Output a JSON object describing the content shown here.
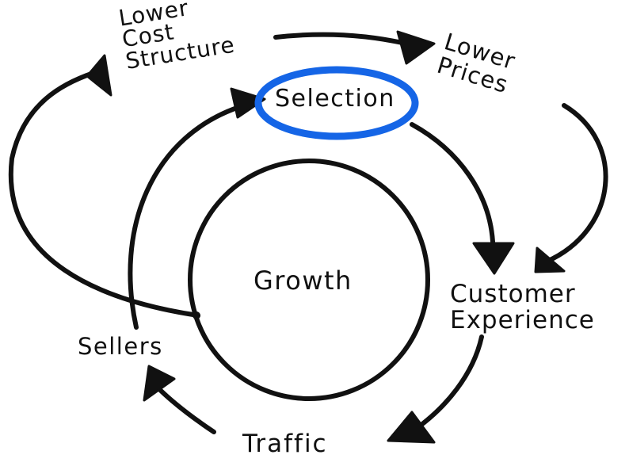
{
  "labels": {
    "lower_cost_structure": [
      "Lower",
      "Cost",
      "Structure"
    ],
    "lower_prices": [
      "Lower",
      "Prices"
    ],
    "selection": "Selection",
    "growth": "Growth",
    "customer_experience": [
      "Customer",
      "Experience"
    ],
    "sellers": "Sellers",
    "traffic": "Traffic"
  },
  "colors": {
    "ink": "#111111",
    "highlight": "#1565e6",
    "background": "#ffffff"
  },
  "highlighted_node": "selection"
}
